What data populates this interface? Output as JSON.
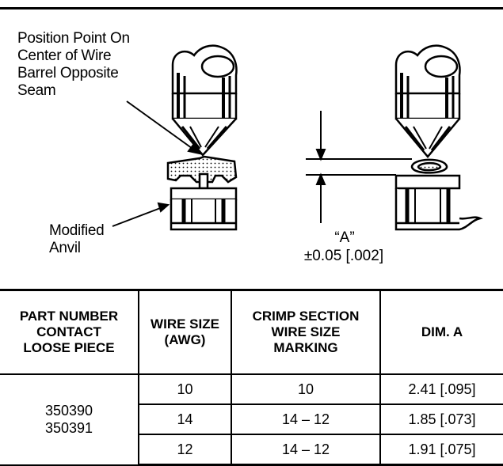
{
  "callouts": {
    "position_point": [
      "Position Point On",
      "Center of Wire",
      "Barrel Opposite",
      "Seam"
    ],
    "modified_anvil": [
      "Modified",
      "Anvil"
    ]
  },
  "dimension": {
    "label": "“A”",
    "tolerance": "±0.05 [.002]"
  },
  "table": {
    "headers": [
      [
        "PART NUMBER",
        "CONTACT",
        "LOOSE PIECE"
      ],
      [
        "WIRE SIZE",
        "(AWG)"
      ],
      [
        "CRIMP SECTION",
        "WIRE SIZE",
        "MARKING"
      ],
      [
        "DIM. A"
      ]
    ],
    "part_numbers": [
      "350390",
      "350391"
    ],
    "rows": [
      {
        "wire_size": "10",
        "marking": "10",
        "dim_a": "2.41 [.095]"
      },
      {
        "wire_size": "14",
        "marking": "14 – 12",
        "dim_a": "1.85 [.073]"
      },
      {
        "wire_size": "12",
        "marking": "14 – 12",
        "dim_a": "1.91 [.075]"
      }
    ]
  }
}
